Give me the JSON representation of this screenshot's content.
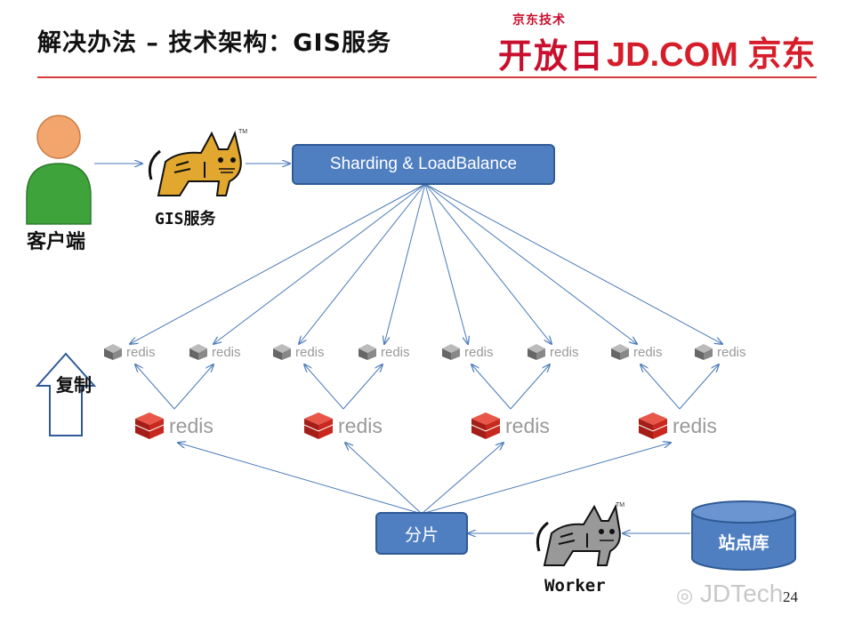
{
  "header": {
    "title": "解决办法 – 技术架构：GIS服务",
    "logo_small": "京东技术",
    "logo_main": "开放日",
    "brand": "JD.COM 京东"
  },
  "diagram": {
    "client_label": "客户端",
    "gis_label": "GIS服务",
    "lb_label": "Sharding & LoadBalance",
    "redis_text": "redis",
    "replicate_label": "复制",
    "shard_label": "分片",
    "worker_label": "Worker",
    "site_db_label": "站点库"
  },
  "footer": {
    "page_number": "24",
    "watermark": "JDTech"
  },
  "colors": {
    "accent_red": "#d63a3a",
    "box_blue": "#4f7fc1",
    "arrow_blue": "#4a7ab8",
    "redis_red": "#c8281e",
    "client_green": "#3ea33b",
    "client_skin": "#f2a66d"
  }
}
